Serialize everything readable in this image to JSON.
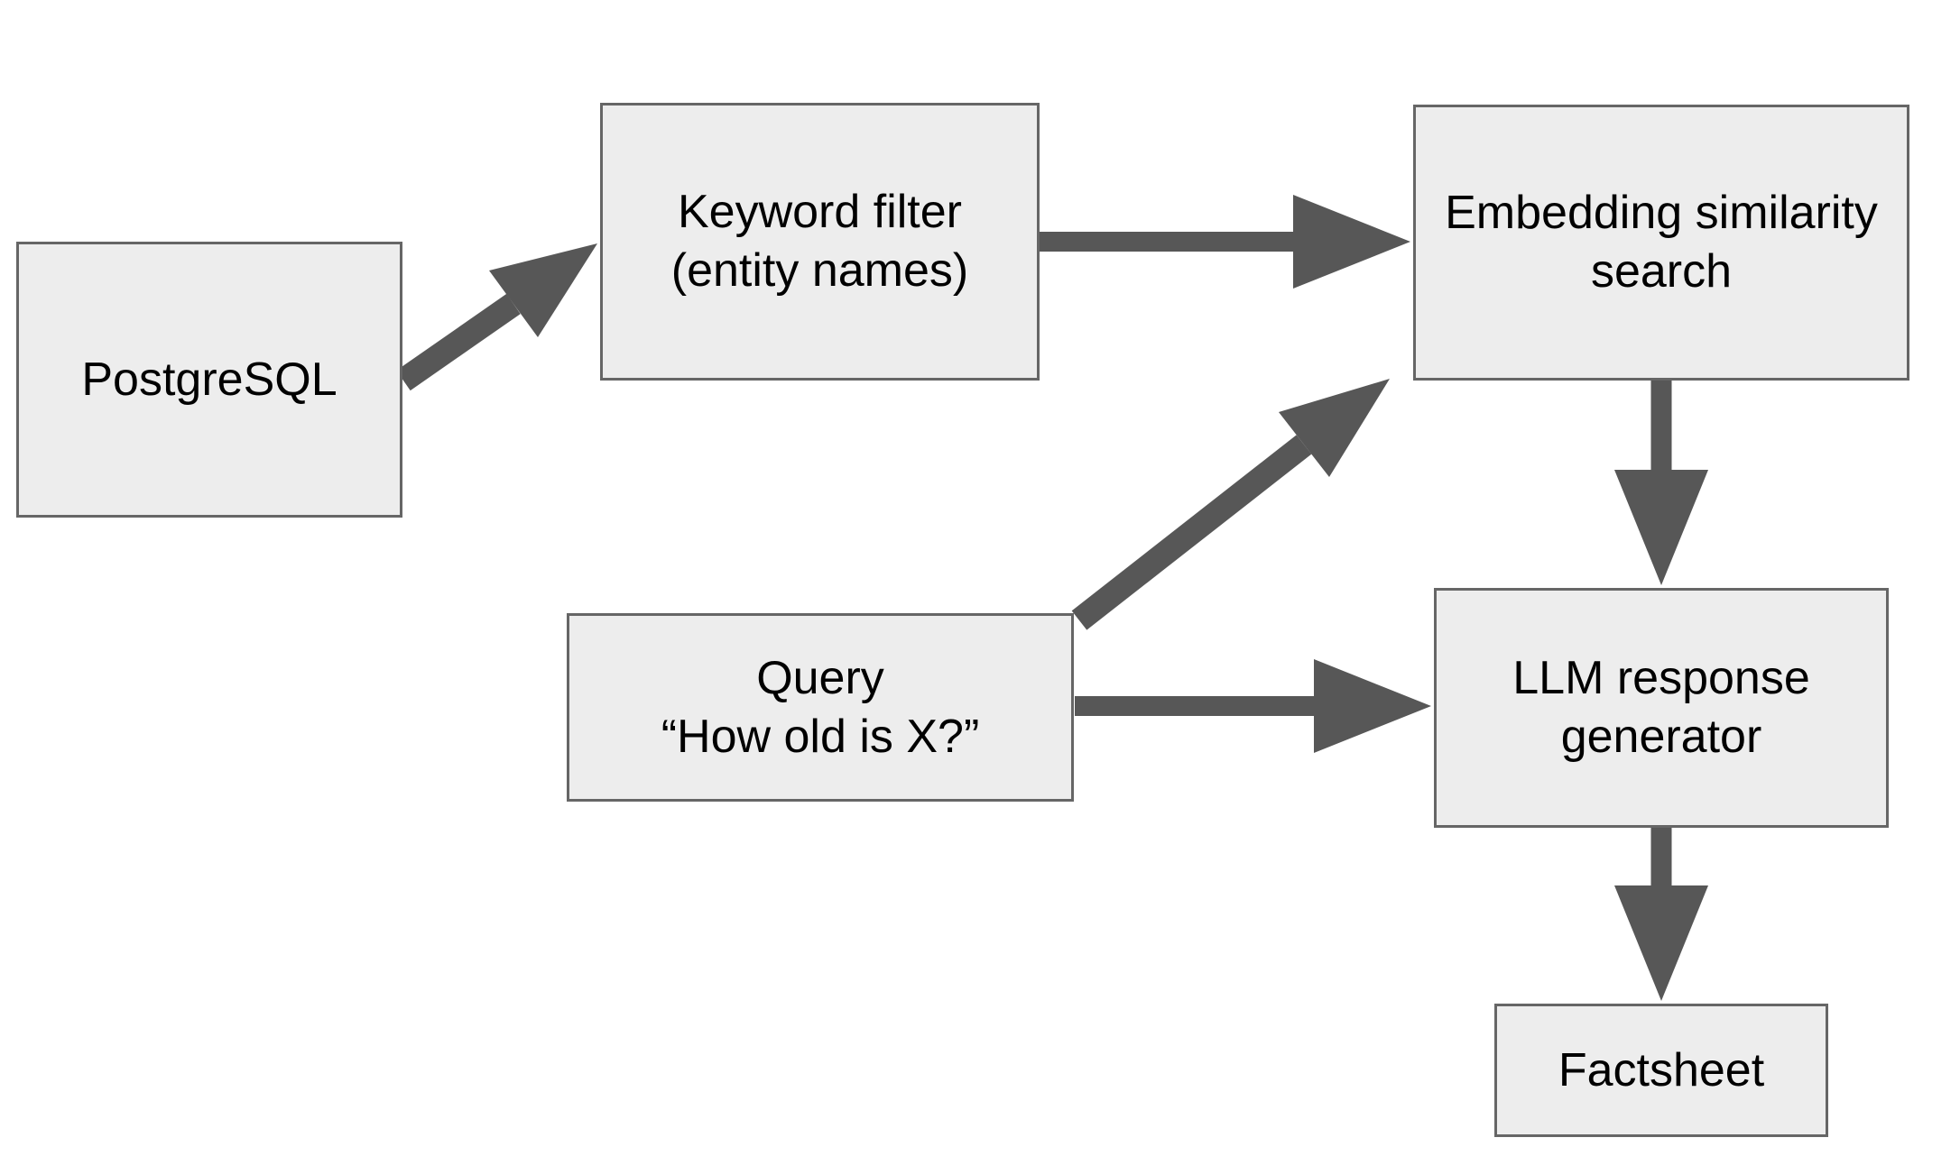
{
  "diagram": {
    "background_color": "#ffffff",
    "node_fill_color": "#ededed",
    "node_border_color": "#666666",
    "arrow_color": "#575757",
    "text_color": "#000000",
    "nodes": [
      {
        "id": "postgresql",
        "label": "PostgreSQL"
      },
      {
        "id": "keyword-filter",
        "label": "Keyword filter\n(entity names)"
      },
      {
        "id": "embedding-similarity-search",
        "label": "Embedding similarity\nsearch"
      },
      {
        "id": "query",
        "label": "Query\n“How old is X?”"
      },
      {
        "id": "llm-response-generator",
        "label": "LLM response\ngenerator"
      },
      {
        "id": "factsheet",
        "label": "Factsheet"
      }
    ],
    "edges": [
      {
        "from": "postgresql",
        "to": "keyword-filter"
      },
      {
        "from": "keyword-filter",
        "to": "embedding-similarity-search"
      },
      {
        "from": "query",
        "to": "embedding-similarity-search"
      },
      {
        "from": "query",
        "to": "llm-response-generator"
      },
      {
        "from": "embedding-similarity-search",
        "to": "llm-response-generator"
      },
      {
        "from": "llm-response-generator",
        "to": "factsheet"
      }
    ]
  }
}
